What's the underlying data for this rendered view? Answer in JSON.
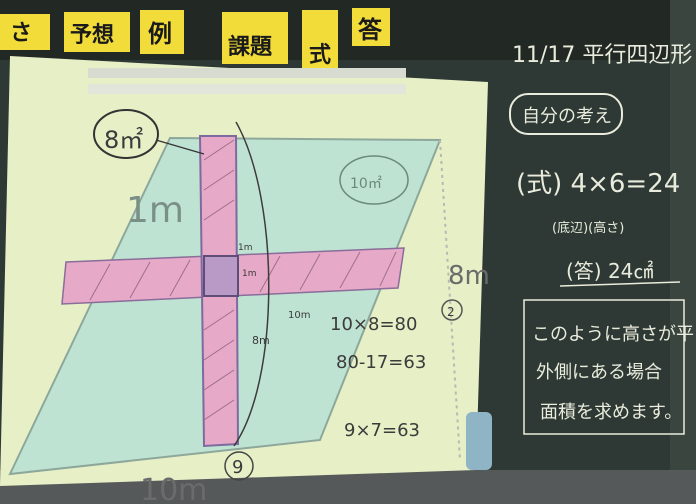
{
  "top_cards": [
    "さ",
    "予想",
    "例",
    "課題",
    "式",
    "答"
  ],
  "chalkboard": {
    "date_title": "11/17 平行四辺形",
    "bubble": "自分の考え",
    "formula": "(式) 4×6=24",
    "formula_labels": "(底辺)(高さ)",
    "answer": "(答) 24㎠",
    "note_lines": [
      "このように高さが平",
      "外側にある場合",
      "面積を求めます。"
    ]
  },
  "screen": {
    "label_area_8": "8㎡",
    "label_1m": "1m",
    "label_10m2": "10㎡",
    "label_8m": "8m",
    "label_10m": "10m",
    "label_10m_bottom": "10m",
    "label_9": "9",
    "label_2": "2",
    "calc_lines": [
      "10×8=80",
      "80-17=63",
      "9×7=63"
    ],
    "small_8m": "8m",
    "small_10m": "10m",
    "small_1m_a": "1m",
    "small_1m_b": "1m"
  },
  "colors": {
    "blackboard": "#2e3834",
    "screen": "#e6efc6",
    "card": "#f1dc3a",
    "parallelogram": "#bfe3d3",
    "pink_strip": "#e6a9c7"
  }
}
